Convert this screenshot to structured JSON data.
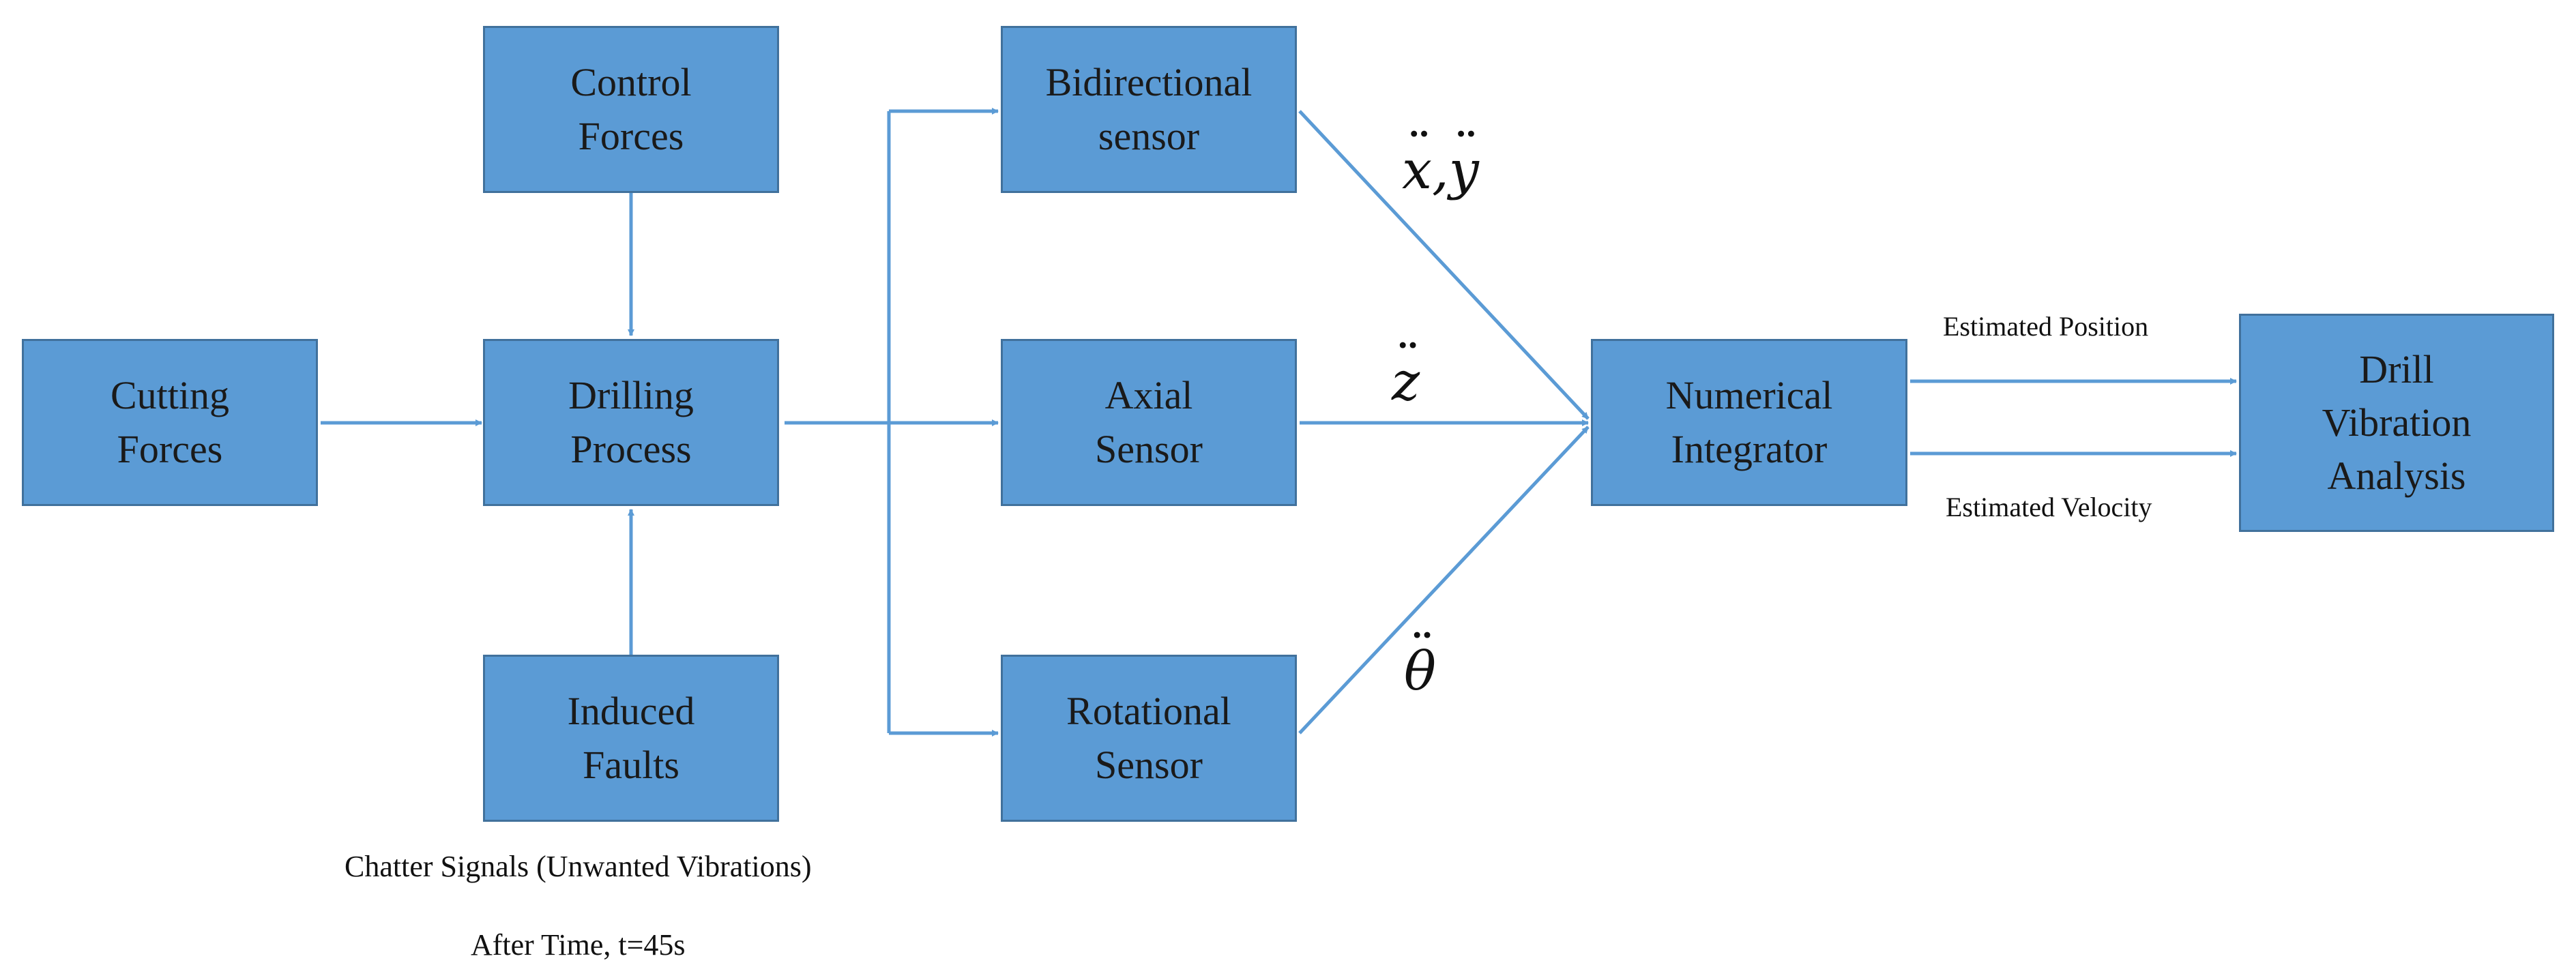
{
  "boxes": {
    "cutting_forces": [
      "Cutting",
      "Forces"
    ],
    "control_forces": [
      "Control",
      "Forces"
    ],
    "drilling_process": [
      "Drilling",
      "Process"
    ],
    "induced_faults": [
      "Induced",
      "Faults"
    ],
    "bidirectional_sensor": [
      "Bidirectional",
      "sensor"
    ],
    "axial_sensor": [
      "Axial",
      "Sensor"
    ],
    "rotational_sensor": [
      "Rotational",
      "Sensor"
    ],
    "numerical_integrator": [
      "Numerical",
      "Integrator"
    ],
    "drill_vibration_analysis": [
      "Drill",
      "Vibration",
      "Analysis"
    ]
  },
  "edge_labels": {
    "bidirectional_var_1": "x",
    "bidirectional_separator": ",",
    "bidirectional_var_2": "y",
    "axial_var": "z",
    "rotational_var": "θ",
    "estimated_position": "Estimated Position",
    "estimated_velocity": "Estimated Velocity"
  },
  "captions": {
    "chatter": "Chatter Signals (Unwanted Vibrations)",
    "time": "After Time, t=45s"
  },
  "colors": {
    "box_fill": "#5b9bd5",
    "box_border": "#41719c",
    "arrow": "#5b9bd5"
  }
}
